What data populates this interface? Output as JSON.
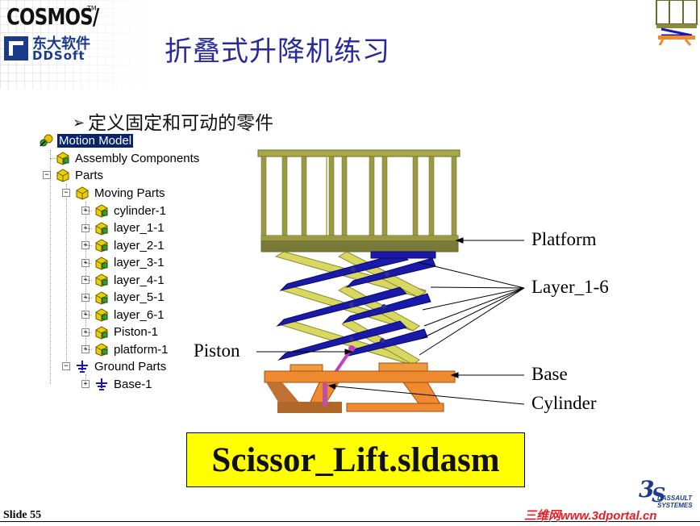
{
  "header": {
    "brand": "COSMOS/",
    "brand_tm": "TM",
    "company_cn": "东大软件",
    "company_en": "DDSoft",
    "title": "折叠式升降机练习"
  },
  "bullet": {
    "marker": "➢",
    "text": "定义固定和可动的零件"
  },
  "tree": {
    "root": "Motion Model",
    "assembly_components": "Assembly Components",
    "parts": "Parts",
    "moving_parts": "Moving Parts",
    "moving_items": [
      "cylinder-1",
      "layer_1-1",
      "layer_2-1",
      "layer_3-1",
      "layer_4-1",
      "layer_5-1",
      "layer_6-1",
      "Piston-1",
      "platform-1"
    ],
    "ground_parts": "Ground Parts",
    "ground_items": [
      "Base-1"
    ],
    "expand_glyph": "+",
    "collapse_glyph": "−"
  },
  "callouts": {
    "platform": "Platform",
    "layers": "Layer_1-6",
    "piston": "Piston",
    "base": "Base",
    "cylinder": "Cylinder"
  },
  "file": {
    "name": "Scissor_Lift.sldasm"
  },
  "footer": {
    "slide": "Slide 55",
    "ds_brand": "3DS",
    "ds_text_1": "DASSAULT",
    "ds_text_2": "SYSTEMES",
    "watermark": "三维网www.3dportal.cn"
  },
  "colors": {
    "title": "#2a2a9a",
    "platform": "#8b8b3a",
    "layer_blue": "#1a1aa8",
    "layer_yellow": "#d8d860",
    "base": "#f08a30",
    "highlight": "#ffff00",
    "tree_selected": "#0a246a"
  }
}
